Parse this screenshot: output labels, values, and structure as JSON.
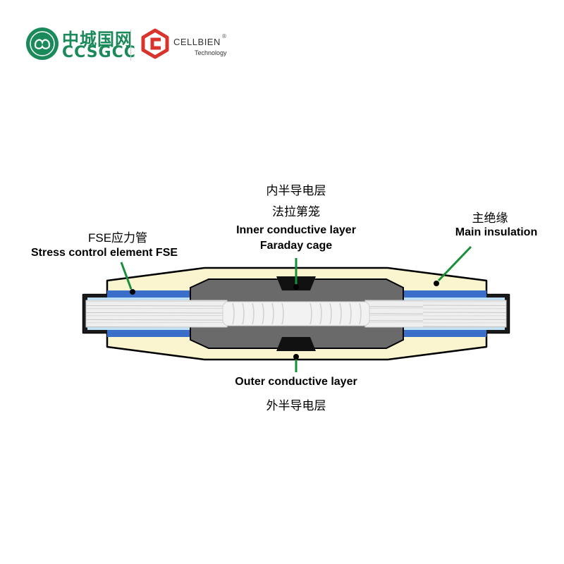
{
  "logos": {
    "ccsgcc_cn": "中城国网",
    "ccsgcc_en": "CCSGCC",
    "cellbien_name": "CELLBIEN",
    "cellbien_reg": "®",
    "cellbien_sub": "Technology"
  },
  "labels": {
    "inner_cn_1": "内半导电层",
    "inner_cn_2": "法拉第笼",
    "inner_en_1": "Inner conductive layer",
    "inner_en_2": "Faraday cage",
    "fse_cn": "FSE应力管",
    "fse_en": "Stress control element FSE",
    "main_cn": "主绝缘",
    "main_en": "Main insulation",
    "outer_en": "Outer conductive layer",
    "outer_cn": "外半导电层"
  },
  "colors": {
    "insulation_body": "#faf5cf",
    "blue_layer": "#3a6fc9",
    "light_blue": "#bfe2f6",
    "semicon_gray": "#6a6a6a",
    "pointer_green": "#1a8f3a",
    "brand_green": "#1b8a5a",
    "brand_red": "#d9342b"
  }
}
